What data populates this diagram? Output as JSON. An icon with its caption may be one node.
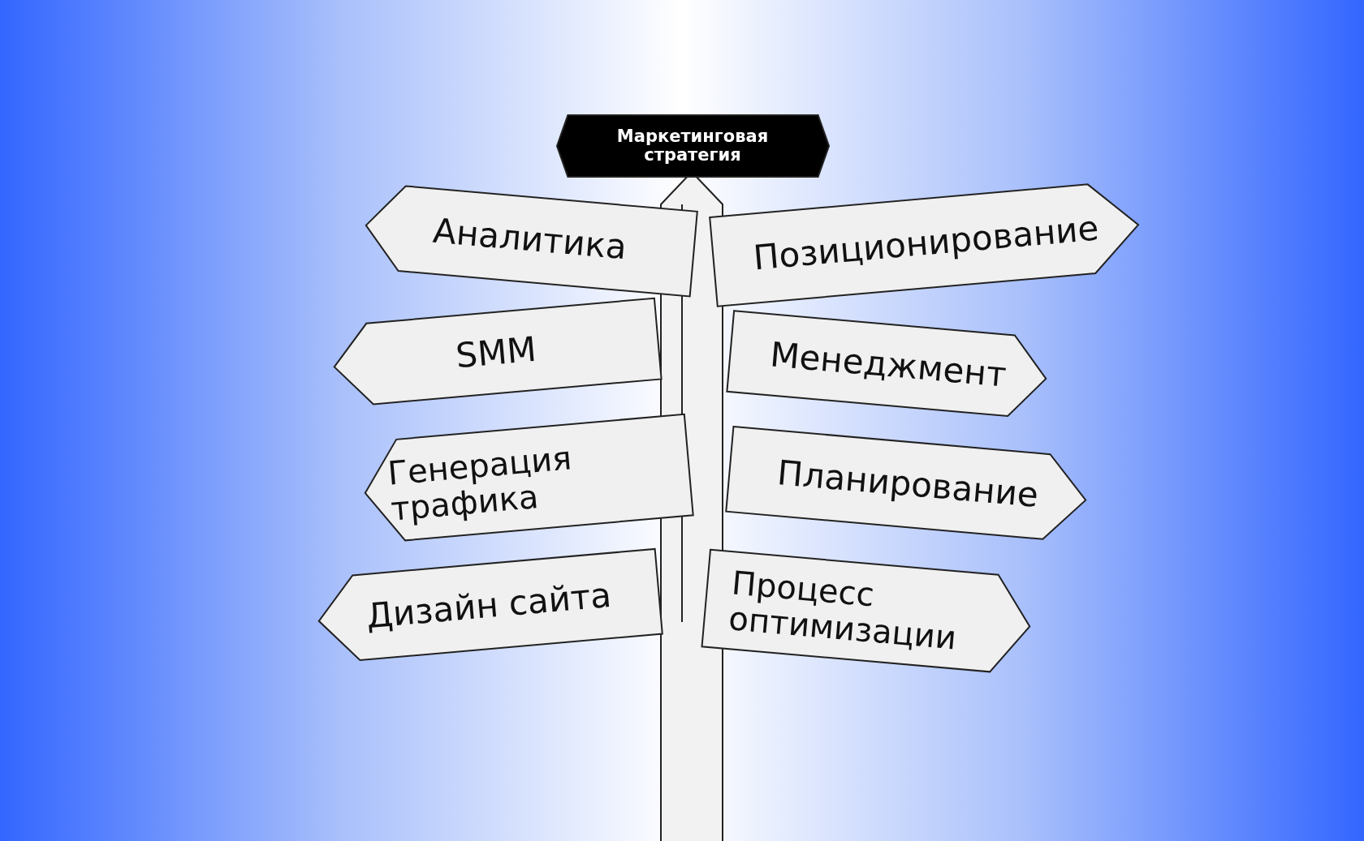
{
  "diagram": {
    "nodes": [
      {
        "text": [
          "Маркетинговая стратегия"
        ]
      },
      {
        "text": [
          "Аналитика"
        ]
      },
      {
        "text": [
          "Позиционирование"
        ]
      },
      {
        "text": [
          "SMM"
        ]
      },
      {
        "text": [
          "Менеджмент"
        ]
      },
      {
        "text": [
          "Генерация трафика"
        ]
      },
      {
        "text": [
          "Планирование"
        ]
      },
      {
        "text": [
          "Дизайн сайта"
        ]
      },
      {
        "text": [
          "Процесс оптимизации"
        ]
      }
    ]
  }
}
